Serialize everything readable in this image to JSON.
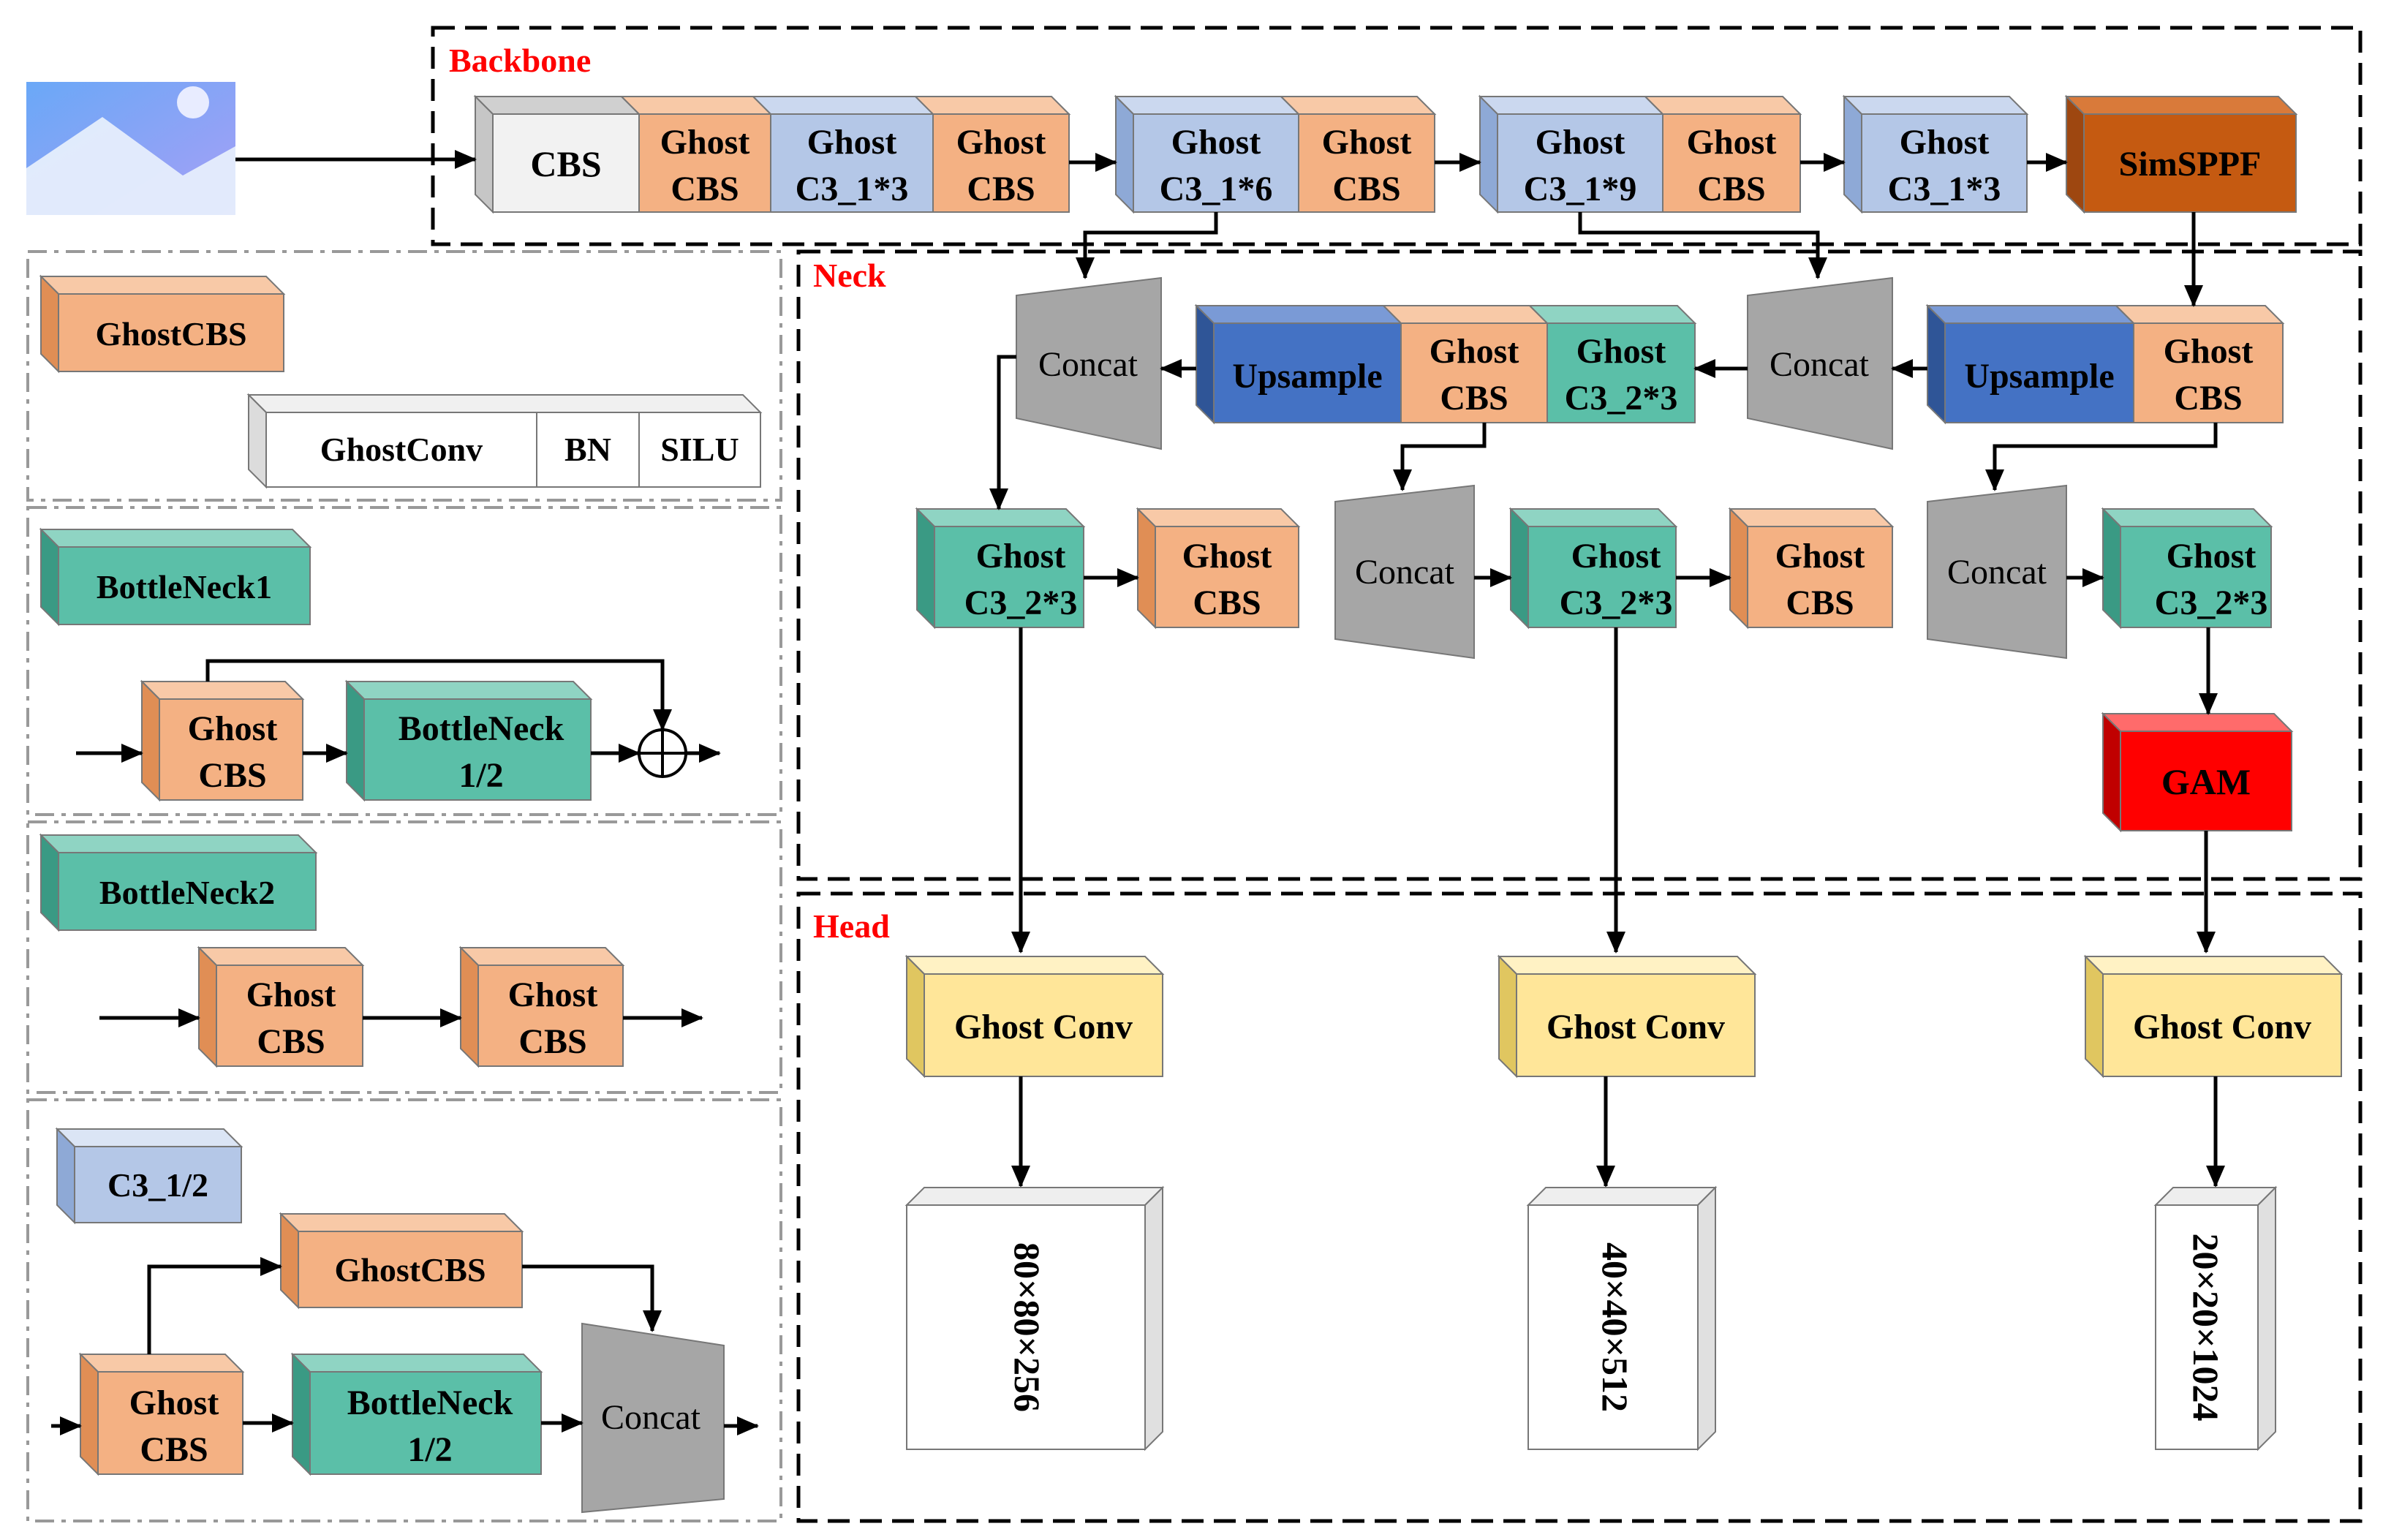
{
  "sections": {
    "backbone": "Backbone",
    "neck": "Neck",
    "head": "Head"
  },
  "colors": {
    "ghost_cbs": "#f4b183",
    "ghost_c3_1": "#b4c7e7",
    "ghost_c3_2": "#5bbfa8",
    "cbs": "#f2f2f2",
    "sppf": "#c55a11",
    "upsample": "#4472c4",
    "concat": "#a6a6a6",
    "gam": "#ff0000",
    "head_conv": "#ffe699",
    "section_label": "#ff0000"
  },
  "backbone": {
    "cbs": "CBS",
    "ghost_cbs_1": [
      "Ghost",
      "CBS"
    ],
    "ghost_c3_1": [
      "Ghost",
      "C3_1*3"
    ],
    "ghost_cbs_2": [
      "Ghost",
      "CBS"
    ],
    "ghost_c3_2": [
      "Ghost",
      "C3_1*6"
    ],
    "ghost_cbs_3": [
      "Ghost",
      "CBS"
    ],
    "ghost_c3_3": [
      "Ghost",
      "C3_1*9"
    ],
    "ghost_cbs_4": [
      "Ghost",
      "CBS"
    ],
    "ghost_c3_4": [
      "Ghost",
      "C3_1*3"
    ],
    "sppf": "SimSPPF"
  },
  "neck": {
    "concat": "Concat",
    "upsample": "Upsample",
    "ghost_cbs": [
      "Ghost",
      "CBS"
    ],
    "ghost_c3_2x3": [
      "Ghost",
      "C3_2*3"
    ],
    "gam": "GAM"
  },
  "head": {
    "conv": "Ghost Conv",
    "outputs": [
      "80×80×256",
      "40×40×512",
      "20×20×1024"
    ]
  },
  "legend": {
    "ghostcbs": {
      "title": "GhostCBS",
      "parts": [
        "GhostConv",
        "BN",
        "SILU"
      ]
    },
    "bottleneck1": {
      "title": "BottleNeck1",
      "ghost": [
        "Ghost",
        "CBS"
      ],
      "bottleneck": [
        "BottleNeck",
        "1/2"
      ]
    },
    "bottleneck2": {
      "title": "BottleNeck2",
      "ghost_a": [
        "Ghost",
        "CBS"
      ],
      "ghost_b": [
        "Ghost",
        "CBS"
      ]
    },
    "c3": {
      "title": "C3_1/2",
      "ghostcbs": "GhostCBS",
      "ghost": [
        "Ghost",
        "CBS"
      ],
      "bottleneck": [
        "BottleNeck",
        "1/2"
      ],
      "concat": "Concat"
    }
  }
}
